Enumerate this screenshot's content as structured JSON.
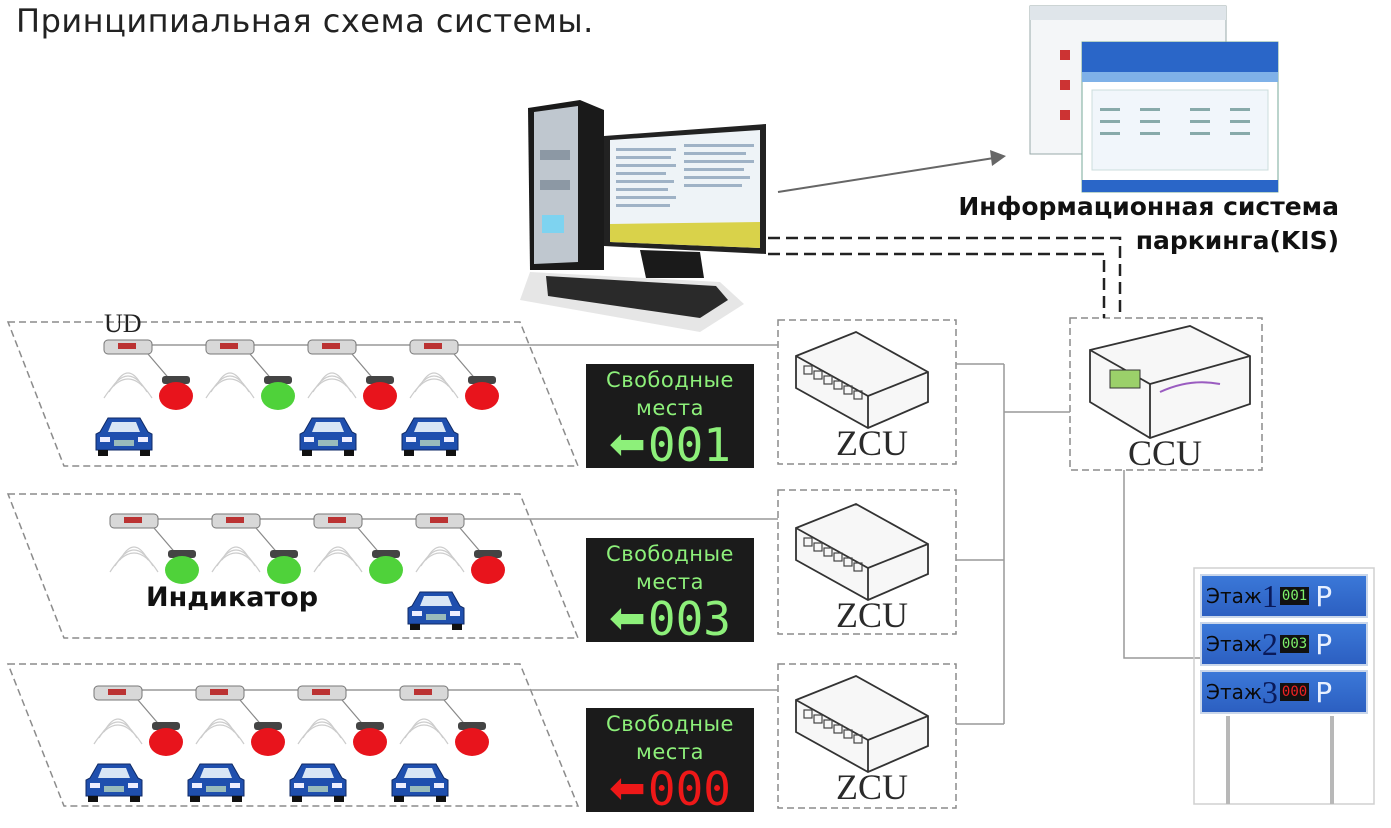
{
  "title": "Принципиальная схема системы.",
  "kis": {
    "line1": "Информационная система",
    "line2": "паркинга(KIS)"
  },
  "labels": {
    "ud": "UD",
    "indicator": "Индикатор",
    "zcu": "ZCU",
    "ccu": "CCU"
  },
  "colors": {
    "red": "#e8141c",
    "green": "#4fd23a",
    "led_green": "#8df07a",
    "led_red": "#ee1818",
    "panel_blue": "#3b78d8",
    "car_blue": "#1f4fae"
  },
  "icons": {
    "arrow": "left-arrow-icon",
    "computer": "computer-icon",
    "car": "car-icon",
    "sensor": "sensor-icon"
  },
  "levels": [
    {
      "free_caption_1": "Свободные",
      "free_caption_2": "места",
      "free_count": "001",
      "count_status": "green",
      "lights": [
        "red",
        "green",
        "red",
        "red"
      ],
      "cars": [
        true,
        false,
        true,
        true
      ]
    },
    {
      "free_caption_1": "Свободные",
      "free_caption_2": "места",
      "free_count": "003",
      "count_status": "green",
      "lights": [
        "green",
        "green",
        "green",
        "red"
      ],
      "cars": [
        false,
        false,
        false,
        true
      ]
    },
    {
      "free_caption_1": "Свободные",
      "free_caption_2": "места",
      "free_count": "000",
      "count_status": "red",
      "lights": [
        "red",
        "red",
        "red",
        "red"
      ],
      "cars": [
        true,
        true,
        true,
        true
      ]
    }
  ],
  "floor_board": [
    {
      "label": "Этаж",
      "number": "1",
      "count": "001",
      "status": "green",
      "p": "P"
    },
    {
      "label": "Этаж",
      "number": "2",
      "count": "003",
      "status": "green",
      "p": "P"
    },
    {
      "label": "Этаж",
      "number": "3",
      "count": "000",
      "status": "red",
      "p": "P"
    }
  ]
}
